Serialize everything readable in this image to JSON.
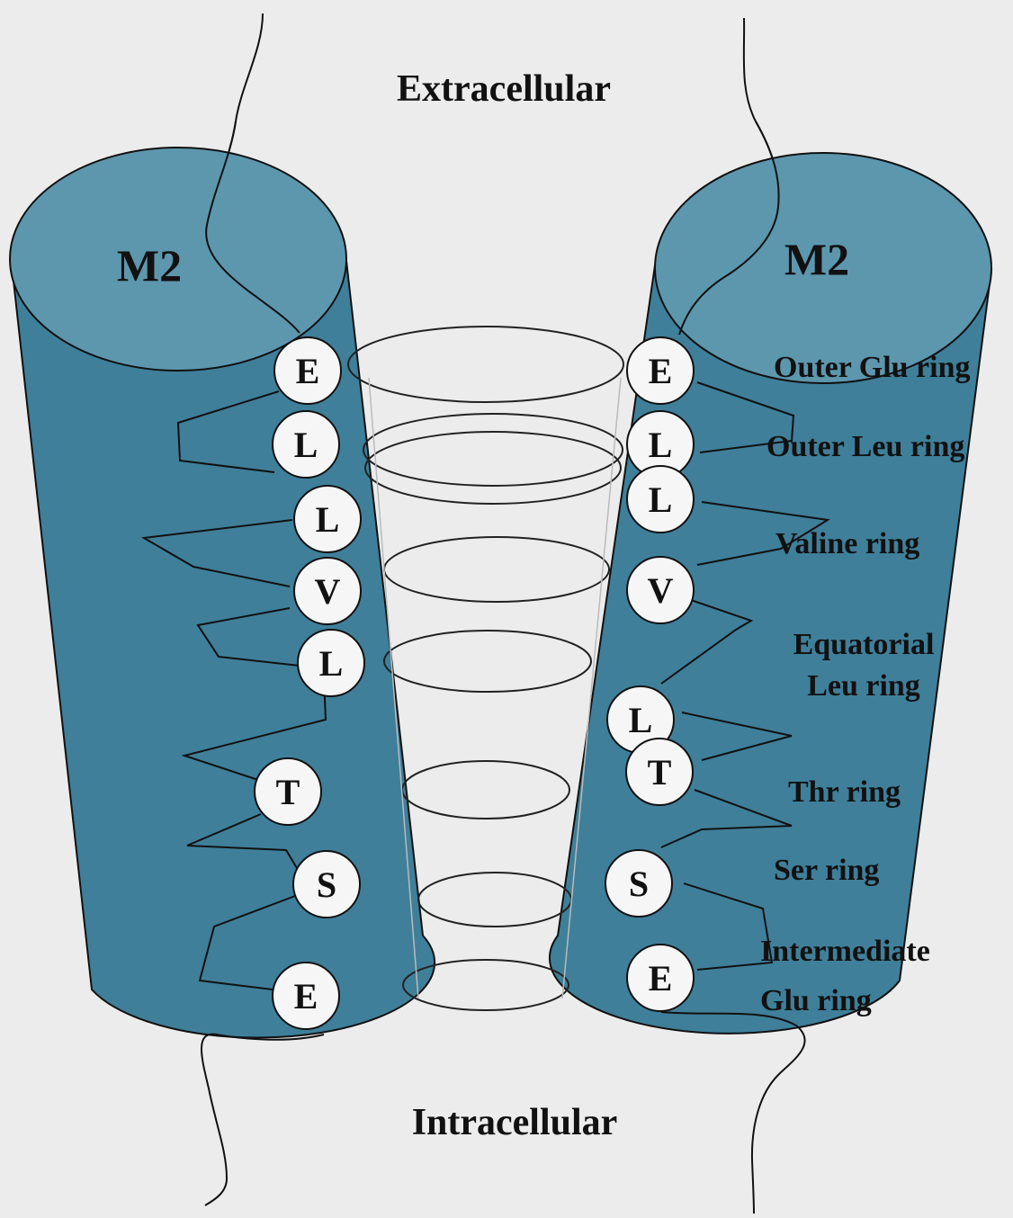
{
  "regions": {
    "top": "Extracellular",
    "bottom": "Intracellular"
  },
  "helices": {
    "left_label": "M2",
    "right_label": "M2"
  },
  "residues": {
    "left": [
      "E",
      "L",
      "L",
      "V",
      "L",
      "T",
      "S",
      "E"
    ],
    "right": [
      "E",
      "L",
      "L",
      "V",
      "L",
      "T",
      "S",
      "E"
    ]
  },
  "ring_labels": [
    {
      "id": "outer-glu",
      "lines": [
        "Outer Glu ring"
      ]
    },
    {
      "id": "outer-leu",
      "lines": [
        "Outer Leu ring"
      ]
    },
    {
      "id": "valine",
      "lines": [
        "Valine ring"
      ]
    },
    {
      "id": "equatorial",
      "lines": [
        "Equatorial",
        "Leu ring"
      ]
    },
    {
      "id": "thr",
      "lines": [
        "Thr ring"
      ]
    },
    {
      "id": "ser",
      "lines": [
        "Ser ring"
      ]
    },
    {
      "id": "intermediate",
      "lines": [
        "Intermediate",
        "Glu ring"
      ]
    }
  ],
  "colors": {
    "background": "#ececec",
    "helix_body": "#3f7f9a",
    "helix_top": "#5d97ae",
    "residue_fill": "#f6f6f6",
    "outline": "#111111"
  }
}
